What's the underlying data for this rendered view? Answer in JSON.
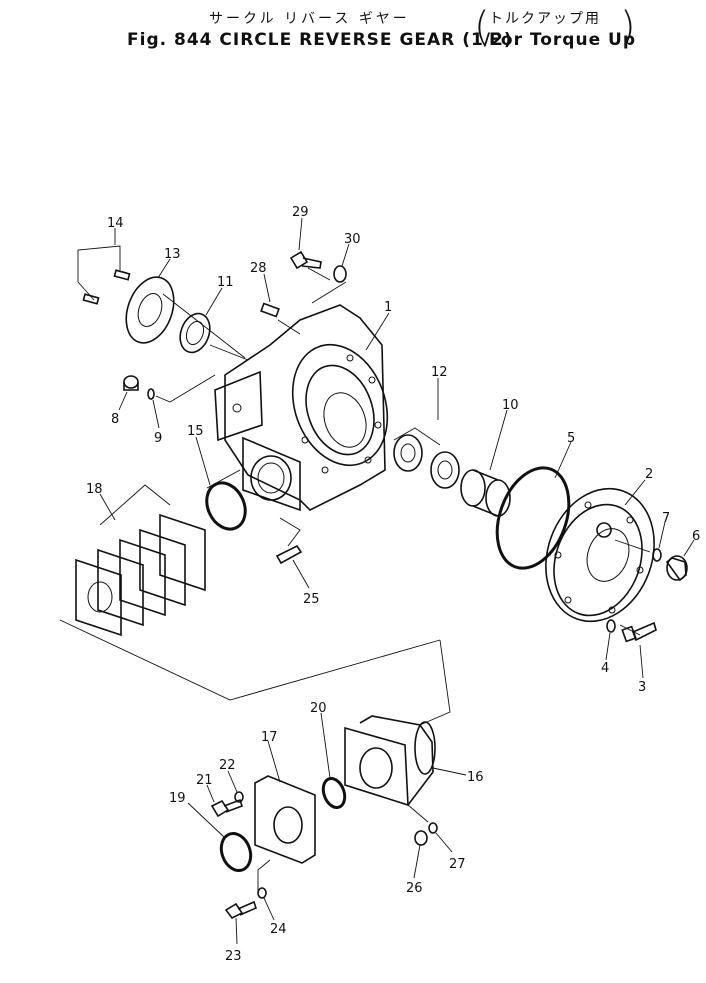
{
  "header": {
    "title_jp": "サークル リバース ギヤー",
    "title_en": "Fig. 844 CIRCLE REVERSE GEAR (1/2)",
    "note_jp": "トルクアップ用",
    "note_en": "For Torque Up"
  },
  "callouts": [
    "1",
    "2",
    "3",
    "4",
    "5",
    "6",
    "7",
    "8",
    "9",
    "10",
    "11",
    "12",
    "13",
    "14",
    "15",
    "16",
    "17",
    "18",
    "19",
    "20",
    "21",
    "22",
    "23",
    "24",
    "25",
    "26",
    "27",
    "28",
    "29",
    "30"
  ]
}
